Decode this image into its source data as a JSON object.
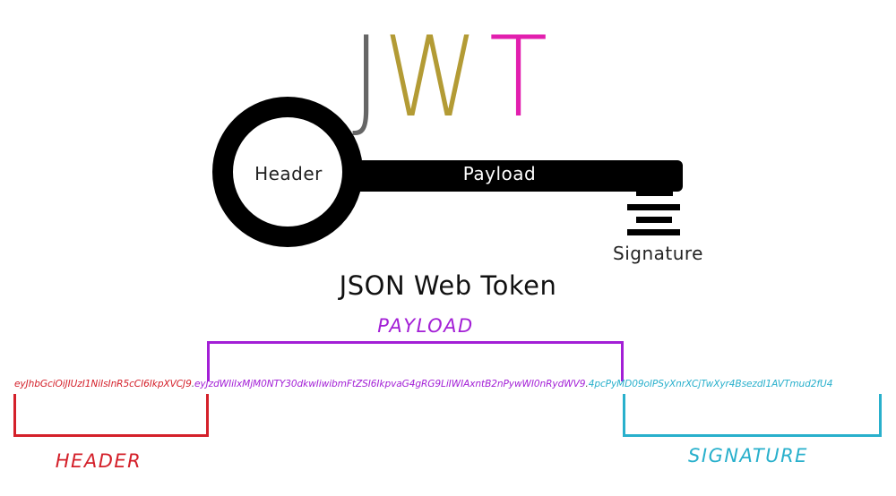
{
  "logo": {
    "letters": [
      "J",
      "W",
      "T"
    ],
    "colors": {
      "J": "#666666",
      "W": "#b39b35",
      "T": "#e21fae"
    }
  },
  "key": {
    "ring_label": "Header",
    "shaft_label": "Payload",
    "bit_label": "Signature"
  },
  "subtitle": "JSON Web Token",
  "token": {
    "header": "eyJhbGciOiJIUzI1NiIsInR5cCI6IkpXVCJ9",
    "separator1": ".",
    "payload": "eyJzdWIiIxMjM0NTY30dkwIiwibmFtZSI6IkpvaG4gRG9LiIWIAxntB2nPywWI0nRydWV9",
    "separator2": ".",
    "signature": "4pcPyMD09oIPSyXnrXCjTwXyr4BsezdI1AVTmud2fU4"
  },
  "sections": {
    "header": {
      "label": "HEADER",
      "color": "#d4202a"
    },
    "payload": {
      "label": "PAYLOAD",
      "color": "#a31fd6"
    },
    "signature": {
      "label": "SIGNATURE",
      "color": "#29b0cc"
    }
  }
}
